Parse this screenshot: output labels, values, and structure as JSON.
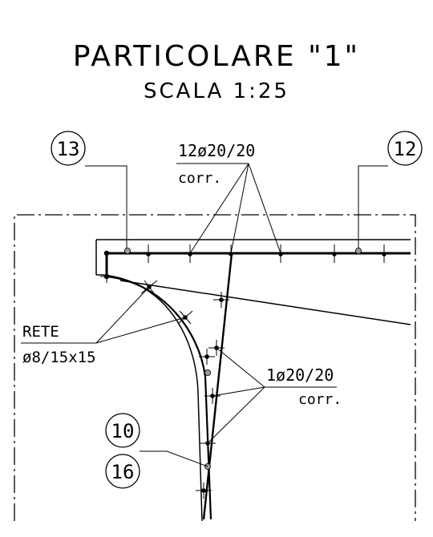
{
  "title": "PARTICOLARE \"1\"",
  "scale": "SCALA 1:25",
  "callouts": [
    {
      "label": "13"
    },
    {
      "label": "12"
    },
    {
      "label": "10"
    },
    {
      "label": "16"
    }
  ],
  "annotations": {
    "top_bars": {
      "spec": "12ø20/20",
      "note": "corr."
    },
    "mesh": {
      "label": "RETE",
      "spec": "ø8/15x15"
    },
    "side_bars": {
      "spec": "1ø20/20",
      "note": "corr."
    }
  },
  "colors": {
    "ink": "#000000",
    "paper": "#ffffff",
    "bar_marker": "#9a9a9a"
  }
}
